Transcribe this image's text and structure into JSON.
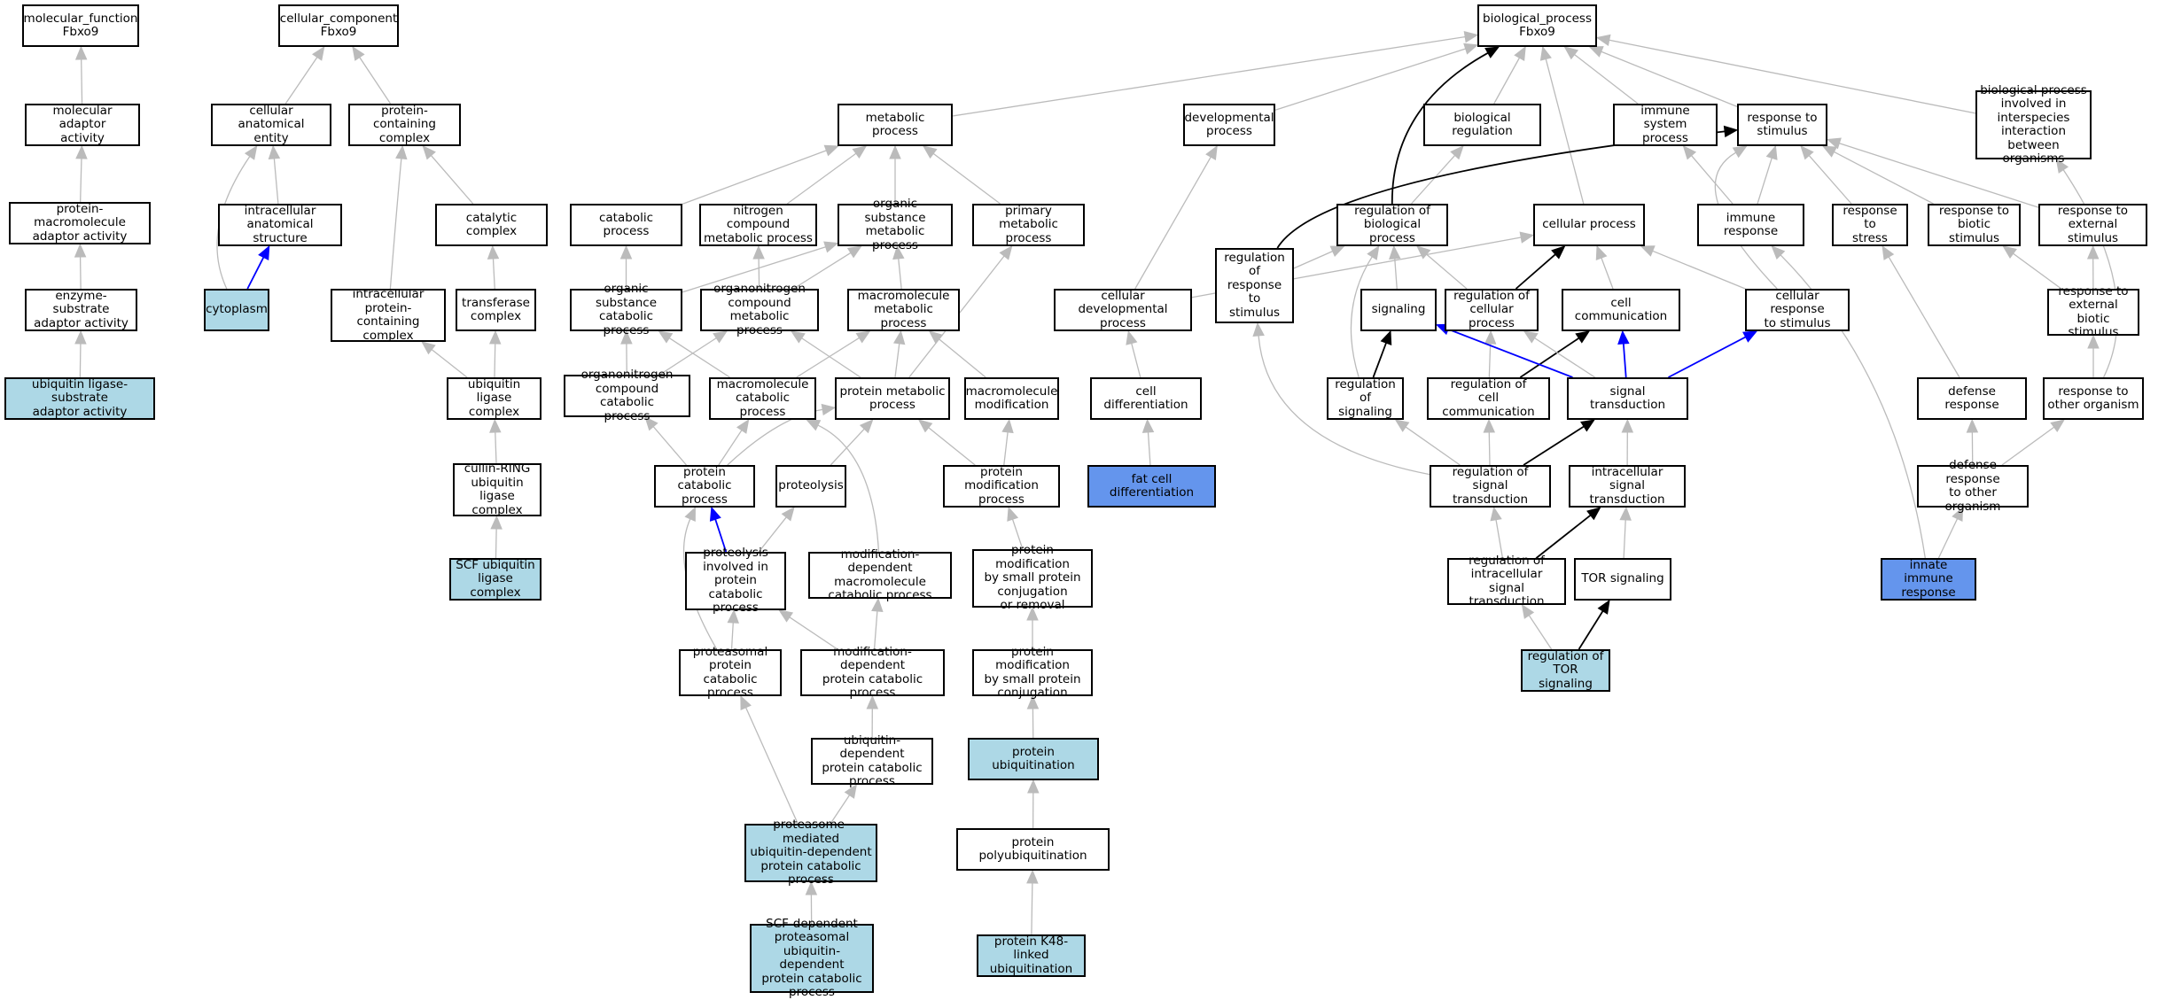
{
  "graph": {
    "colors": {
      "grey": "#bbbbbb",
      "black": "#000000",
      "blue": "#0000ff",
      "light_blue": "#add8e6",
      "cornflower": "#6495ed"
    },
    "nodes": [
      {
        "id": "mf",
        "label": "molecular_function\nFbxo9",
        "style": "plain"
      },
      {
        "id": "mfadapt",
        "label": "molecular adaptor\nactivity",
        "style": "plain"
      },
      {
        "id": "pmadapt",
        "label": "protein-macromolecule\nadaptor activity",
        "style": "plain"
      },
      {
        "id": "esadapt",
        "label": "enzyme-substrate\nadaptor activity",
        "style": "plain"
      },
      {
        "id": "ubligsub",
        "label": "ubiquitin ligase-substrate\nadaptor activity",
        "style": "light"
      },
      {
        "id": "cc",
        "label": "cellular_component\nFbxo9",
        "style": "plain"
      },
      {
        "id": "cae",
        "label": "cellular anatomical\nentity",
        "style": "plain"
      },
      {
        "id": "pcc",
        "label": "protein-containing\ncomplex",
        "style": "plain"
      },
      {
        "id": "ias",
        "label": "intracellular\nanatomical structure",
        "style": "plain"
      },
      {
        "id": "catcx",
        "label": "catalytic complex",
        "style": "plain"
      },
      {
        "id": "cyto",
        "label": "cytoplasm",
        "style": "light"
      },
      {
        "id": "ipcc",
        "label": "intracellular\nprotein-containing\ncomplex",
        "style": "plain"
      },
      {
        "id": "trcx",
        "label": "transferase\ncomplex",
        "style": "plain"
      },
      {
        "id": "ubcx",
        "label": "ubiquitin ligase\ncomplex",
        "style": "plain"
      },
      {
        "id": "cullin",
        "label": "cullin-RING\nubiquitin ligase\ncomplex",
        "style": "plain"
      },
      {
        "id": "scf",
        "label": "SCF ubiquitin\nligase complex",
        "style": "light"
      },
      {
        "id": "bp",
        "label": "biological_process\nFbxo9",
        "style": "plain"
      },
      {
        "id": "metab",
        "label": "metabolic process",
        "style": "plain"
      },
      {
        "id": "devproc",
        "label": "developmental\nprocess",
        "style": "plain"
      },
      {
        "id": "bioreg",
        "label": "biological regulation",
        "style": "plain"
      },
      {
        "id": "immsys",
        "label": "immune system\nprocess",
        "style": "plain"
      },
      {
        "id": "respstim",
        "label": "response to\nstimulus",
        "style": "plain"
      },
      {
        "id": "interspecies",
        "label": "biological process\ninvolved in\ninterspecies\ninteraction\nbetween organisms",
        "style": "plain"
      },
      {
        "id": "catproc",
        "label": "catabolic process",
        "style": "plain"
      },
      {
        "id": "ncmp",
        "label": "nitrogen compound\nmetabolic process",
        "style": "plain"
      },
      {
        "id": "osmp",
        "label": "organic substance\nmetabolic process",
        "style": "plain"
      },
      {
        "id": "pmp",
        "label": "primary metabolic\nprocess",
        "style": "plain"
      },
      {
        "id": "oscp",
        "label": "organic substance\ncatabolic process",
        "style": "plain"
      },
      {
        "id": "oncmp",
        "label": "organonitrogen\ncompound metabolic\nprocess",
        "style": "plain"
      },
      {
        "id": "mmp",
        "label": "macromolecule\nmetabolic process",
        "style": "plain"
      },
      {
        "id": "onccp",
        "label": "organonitrogen\ncompound catabolic\nprocess",
        "style": "plain"
      },
      {
        "id": "mcp",
        "label": "macromolecule\ncatabolic process",
        "style": "plain"
      },
      {
        "id": "protmp",
        "label": "protein metabolic\nprocess",
        "style": "plain"
      },
      {
        "id": "mmod",
        "label": "macromolecule\nmodification",
        "style": "plain"
      },
      {
        "id": "pcp",
        "label": "protein catabolic\nprocess",
        "style": "plain"
      },
      {
        "id": "proteolysis",
        "label": "proteolysis",
        "style": "plain"
      },
      {
        "id": "pmodp",
        "label": "protein modification\nprocess",
        "style": "plain"
      },
      {
        "id": "pipcp",
        "label": "proteolysis\ninvolved in\nprotein catabolic\nprocess",
        "style": "plain"
      },
      {
        "id": "mdmcp",
        "label": "modification-dependent\nmacromolecule\ncatabolic process",
        "style": "plain"
      },
      {
        "id": "pmsp",
        "label": "protein modification\nby small protein\nconjugation\nor removal",
        "style": "plain"
      },
      {
        "id": "ppcp",
        "label": "proteasomal\nprotein catabolic\nprocess",
        "style": "plain"
      },
      {
        "id": "mdpcp",
        "label": "modification-dependent\nprotein catabolic\nprocess",
        "style": "plain"
      },
      {
        "id": "pmspc",
        "label": "protein modification\nby small protein\nconjugation",
        "style": "plain"
      },
      {
        "id": "udpcp",
        "label": "ubiquitin-dependent\nprotein catabolic\nprocess",
        "style": "plain"
      },
      {
        "id": "pubiq",
        "label": "protein ubiquitination",
        "style": "light"
      },
      {
        "id": "pmudpcp",
        "label": "proteasome-mediated\nubiquitin-dependent\nprotein catabolic\nprocess",
        "style": "light"
      },
      {
        "id": "ppoly",
        "label": "protein polyubiquitination",
        "style": "plain"
      },
      {
        "id": "scfdep",
        "label": "SCF-dependent\nproteasomal\nubiquitin-dependent\nprotein catabolic\nprocess",
        "style": "light"
      },
      {
        "id": "k48",
        "label": "protein K48-linked\nubiquitination",
        "style": "light"
      },
      {
        "id": "celldevp",
        "label": "cellular developmental\nprocess",
        "style": "plain"
      },
      {
        "id": "celldiff",
        "label": "cell differentiation",
        "style": "plain"
      },
      {
        "id": "fatcell",
        "label": "fat cell differentiation",
        "style": "dark"
      },
      {
        "id": "rbp",
        "label": "regulation of\nbiological process",
        "style": "plain"
      },
      {
        "id": "cellproc",
        "label": "cellular process",
        "style": "plain"
      },
      {
        "id": "immresp",
        "label": "immune response",
        "style": "plain"
      },
      {
        "id": "respstress",
        "label": "response to\nstress",
        "style": "plain"
      },
      {
        "id": "respbio",
        "label": "response to\nbiotic stimulus",
        "style": "plain"
      },
      {
        "id": "respext",
        "label": "response to\nexternal stimulus",
        "style": "plain"
      },
      {
        "id": "rrs",
        "label": "regulation of\nresponse to\nstimulus",
        "style": "plain"
      },
      {
        "id": "signaling",
        "label": "signaling",
        "style": "plain"
      },
      {
        "id": "rcp",
        "label": "regulation of\ncellular process",
        "style": "plain"
      },
      {
        "id": "cellcomm",
        "label": "cell communication",
        "style": "plain"
      },
      {
        "id": "crs",
        "label": "cellular response\nto stimulus",
        "style": "plain"
      },
      {
        "id": "rebs",
        "label": "response to\nexternal biotic\nstimulus",
        "style": "plain"
      },
      {
        "id": "rsig",
        "label": "regulation of\nsignaling",
        "style": "plain"
      },
      {
        "id": "rcc",
        "label": "regulation of\ncell communication",
        "style": "plain"
      },
      {
        "id": "sigtrans",
        "label": "signal transduction",
        "style": "plain"
      },
      {
        "id": "defresp",
        "label": "defense response",
        "style": "plain"
      },
      {
        "id": "rto",
        "label": "response to\nother organism",
        "style": "plain"
      },
      {
        "id": "rst",
        "label": "regulation of\nsignal transduction",
        "style": "plain"
      },
      {
        "id": "ist",
        "label": "intracellular\nsignal transduction",
        "style": "plain"
      },
      {
        "id": "drto",
        "label": "defense response\nto other organism",
        "style": "plain"
      },
      {
        "id": "rist",
        "label": "regulation of\nintracellular\nsignal transduction",
        "style": "plain"
      },
      {
        "id": "tor",
        "label": "TOR signaling",
        "style": "plain"
      },
      {
        "id": "innate",
        "label": "innate immune\nresponse",
        "style": "dark"
      },
      {
        "id": "rtor",
        "label": "regulation of\nTOR signaling",
        "style": "light"
      }
    ],
    "edges": [
      [
        "mfadapt",
        "mf",
        "grey"
      ],
      [
        "pmadapt",
        "mfadapt",
        "grey"
      ],
      [
        "esadapt",
        "pmadapt",
        "grey"
      ],
      [
        "ubligsub",
        "esadapt",
        "grey"
      ],
      [
        "cae",
        "cc",
        "grey"
      ],
      [
        "pcc",
        "cc",
        "grey"
      ],
      [
        "ias",
        "cae",
        "grey"
      ],
      [
        "cyto",
        "cae",
        "grey"
      ],
      [
        "cyto",
        "ias",
        "blue"
      ],
      [
        "catcx",
        "pcc",
        "grey"
      ],
      [
        "ipcc",
        "pcc",
        "grey"
      ],
      [
        "trcx",
        "catcx",
        "grey"
      ],
      [
        "ubcx",
        "trcx",
        "grey"
      ],
      [
        "ubcx",
        "ipcc",
        "grey"
      ],
      [
        "cullin",
        "ubcx",
        "grey"
      ],
      [
        "scf",
        "cullin",
        "grey"
      ],
      [
        "metab",
        "bp",
        "grey"
      ],
      [
        "devproc",
        "bp",
        "grey"
      ],
      [
        "bioreg",
        "bp",
        "grey"
      ],
      [
        "immsys",
        "bp",
        "grey"
      ],
      [
        "respstim",
        "bp",
        "grey"
      ],
      [
        "interspecies",
        "bp",
        "grey"
      ],
      [
        "rbp",
        "bp",
        "black"
      ],
      [
        "cellproc",
        "bp",
        "grey"
      ],
      [
        "catproc",
        "metab",
        "grey"
      ],
      [
        "ncmp",
        "metab",
        "grey"
      ],
      [
        "osmp",
        "metab",
        "grey"
      ],
      [
        "pmp",
        "metab",
        "grey"
      ],
      [
        "oscp",
        "catproc",
        "grey"
      ],
      [
        "oscp",
        "osmp",
        "grey"
      ],
      [
        "oncmp",
        "ncmp",
        "grey"
      ],
      [
        "oncmp",
        "osmp",
        "grey"
      ],
      [
        "mmp",
        "osmp",
        "grey"
      ],
      [
        "onccp",
        "oscp",
        "grey"
      ],
      [
        "onccp",
        "oncmp",
        "grey"
      ],
      [
        "mcp",
        "oscp",
        "grey"
      ],
      [
        "mcp",
        "mmp",
        "grey"
      ],
      [
        "protmp",
        "oncmp",
        "grey"
      ],
      [
        "protmp",
        "mmp",
        "grey"
      ],
      [
        "protmp",
        "pmp",
        "grey"
      ],
      [
        "mmod",
        "mmp",
        "grey"
      ],
      [
        "pcp",
        "onccp",
        "grey"
      ],
      [
        "pcp",
        "mcp",
        "grey"
      ],
      [
        "pcp",
        "protmp",
        "grey"
      ],
      [
        "proteolysis",
        "protmp",
        "grey"
      ],
      [
        "pmodp",
        "protmp",
        "grey"
      ],
      [
        "pmodp",
        "mmod",
        "grey"
      ],
      [
        "pipcp",
        "pcp",
        "blue"
      ],
      [
        "pipcp",
        "proteolysis",
        "grey"
      ],
      [
        "mdmcp",
        "mcp",
        "grey"
      ],
      [
        "pmsp",
        "pmodp",
        "grey"
      ],
      [
        "ppcp",
        "pipcp",
        "grey"
      ],
      [
        "ppcp",
        "pcp",
        "grey"
      ],
      [
        "mdpcp",
        "mdmcp",
        "grey"
      ],
      [
        "mdpcp",
        "pipcp",
        "grey"
      ],
      [
        "pmspc",
        "pmsp",
        "grey"
      ],
      [
        "udpcp",
        "mdpcp",
        "grey"
      ],
      [
        "pubiq",
        "pmspc",
        "grey"
      ],
      [
        "pmudpcp",
        "ppcp",
        "grey"
      ],
      [
        "pmudpcp",
        "udpcp",
        "grey"
      ],
      [
        "ppoly",
        "pubiq",
        "grey"
      ],
      [
        "scfdep",
        "pmudpcp",
        "grey"
      ],
      [
        "k48",
        "ppoly",
        "grey"
      ],
      [
        "celldevp",
        "devproc",
        "grey"
      ],
      [
        "celldevp",
        "cellproc",
        "grey"
      ],
      [
        "celldiff",
        "celldevp",
        "grey"
      ],
      [
        "fatcell",
        "celldiff",
        "grey"
      ],
      [
        "rbp",
        "bioreg",
        "grey"
      ],
      [
        "immresp",
        "immsys",
        "grey"
      ],
      [
        "immresp",
        "respstim",
        "grey"
      ],
      [
        "respstress",
        "respstim",
        "grey"
      ],
      [
        "respbio",
        "respstim",
        "grey"
      ],
      [
        "respext",
        "respstim",
        "grey"
      ],
      [
        "rrs",
        "rbp",
        "grey"
      ],
      [
        "rrs",
        "respstim",
        "black"
      ],
      [
        "signaling",
        "rbp",
        "grey"
      ],
      [
        "rcp",
        "rbp",
        "grey"
      ],
      [
        "rcp",
        "cellproc",
        "black"
      ],
      [
        "cellcomm",
        "cellproc",
        "grey"
      ],
      [
        "crs",
        "cellproc",
        "grey"
      ],
      [
        "crs",
        "respstim",
        "grey"
      ],
      [
        "rebs",
        "respbio",
        "grey"
      ],
      [
        "rebs",
        "respext",
        "grey"
      ],
      [
        "rsig",
        "rbp",
        "grey"
      ],
      [
        "rsig",
        "signaling",
        "black"
      ],
      [
        "rcc",
        "rcp",
        "grey"
      ],
      [
        "rcc",
        "cellcomm",
        "black"
      ],
      [
        "sigtrans",
        "signaling",
        "blue"
      ],
      [
        "sigtrans",
        "cellcomm",
        "blue"
      ],
      [
        "sigtrans",
        "crs",
        "blue"
      ],
      [
        "sigtrans",
        "rcp",
        "grey"
      ],
      [
        "defresp",
        "respstress",
        "grey"
      ],
      [
        "rto",
        "rebs",
        "grey"
      ],
      [
        "rto",
        "interspecies",
        "grey"
      ],
      [
        "rst",
        "rrs",
        "grey"
      ],
      [
        "rst",
        "rsig",
        "grey"
      ],
      [
        "rst",
        "rcc",
        "grey"
      ],
      [
        "rst",
        "sigtrans",
        "black"
      ],
      [
        "ist",
        "sigtrans",
        "grey"
      ],
      [
        "drto",
        "defresp",
        "grey"
      ],
      [
        "drto",
        "rto",
        "grey"
      ],
      [
        "rist",
        "rst",
        "grey"
      ],
      [
        "rist",
        "ist",
        "black"
      ],
      [
        "tor",
        "ist",
        "grey"
      ],
      [
        "innate",
        "immresp",
        "grey"
      ],
      [
        "innate",
        "drto",
        "grey"
      ],
      [
        "rtor",
        "rist",
        "grey"
      ],
      [
        "rtor",
        "tor",
        "black"
      ]
    ]
  }
}
